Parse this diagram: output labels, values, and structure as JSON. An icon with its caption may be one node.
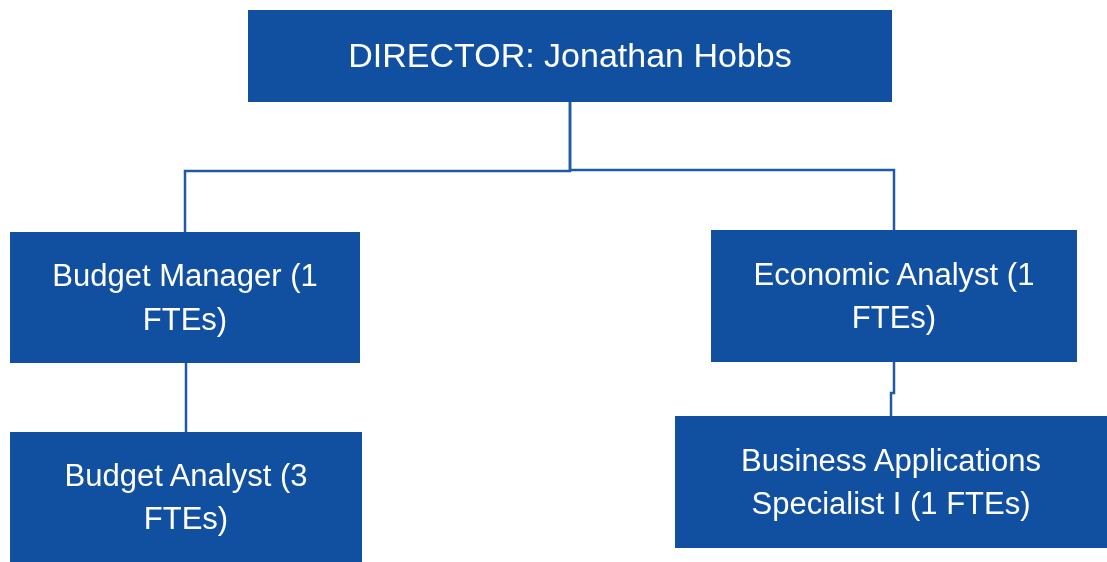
{
  "diagram": {
    "nodes": [
      {
        "text": [
          "DIRECTOR: Jonathan Hobbs"
        ]
      },
      {
        "text": [
          "Budget Manager (1 FTEs)"
        ]
      },
      {
        "text": [
          "Economic Analyst (1 FTEs)"
        ]
      },
      {
        "text": [
          "Budget Analyst (3 FTEs)"
        ]
      },
      {
        "text": [
          "Business Applications Specialist I (1 FTEs)"
        ]
      }
    ],
    "edges": [
      {
        "from": 0,
        "to": 1,
        "arrow": "none"
      },
      {
        "from": 0,
        "to": 2,
        "arrow": "none"
      },
      {
        "from": 1,
        "to": 3,
        "arrow": "none"
      },
      {
        "from": 2,
        "to": 4,
        "arrow": "none"
      }
    ]
  }
}
